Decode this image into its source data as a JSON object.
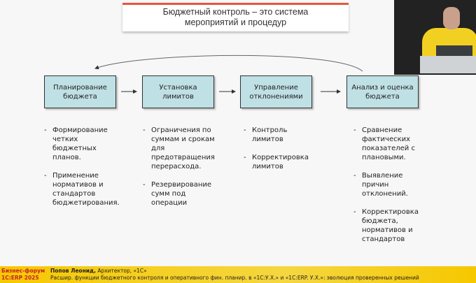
{
  "title": {
    "line1": "Бюджетный контроль – это система",
    "line2": "мероприятий и процедур"
  },
  "boxes": [
    {
      "line1": "Планирование",
      "line2": "бюджета"
    },
    {
      "line1": "Установка",
      "line2": "лимитов"
    },
    {
      "line1": "Управление",
      "line2": "отклонениями"
    },
    {
      "line1": "Анализ и оценка",
      "line2": "бюджета"
    }
  ],
  "columns": [
    [
      "Формирование четких бюджетных планов.",
      "Применение нормативов и стандартов бюджетирования."
    ],
    [
      "Ограничения по суммам и срокам для предотвращения перерасхода.",
      "Резервирование сумм под операции"
    ],
    [
      "Контроль лимитов",
      "Корректировка лимитов"
    ],
    [
      "Сравнение фактических показателей с плановыми.",
      "Выявление причин отклонений.",
      "Корректировка бюджета, нормативов и стандартов"
    ]
  ],
  "footer": {
    "brand1": "Бизнес-форум",
    "brand2": "1С:ERP 2025",
    "speaker_name": "Попов Леонид,",
    "speaker_role": " Архитектор, «1С»",
    "talk": "Расшир. функции бюджетного контроля и оперативного фин. планир. в «1С:У.Х.» и «1С:ERP. У.Х.»: эволюция проверенных решений"
  }
}
